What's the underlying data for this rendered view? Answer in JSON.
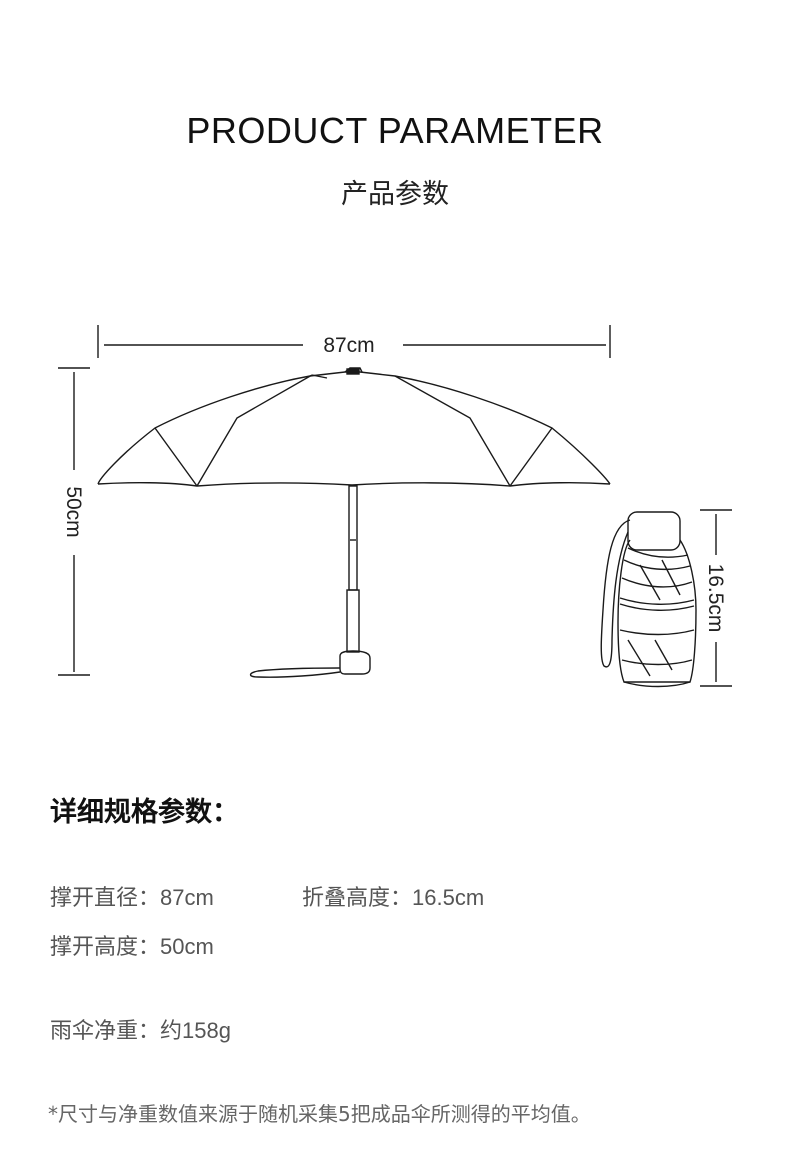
{
  "header": {
    "title": "PRODUCT PARAMETER",
    "subtitle": "产品参数"
  },
  "diagram": {
    "width_label": "87cm",
    "height_label": "50cm",
    "folded_label": "16.5cm"
  },
  "specs": {
    "heading": "详细规格参数：",
    "open_diameter": {
      "label": "撑开直径：",
      "value": "87cm"
    },
    "folded_height": {
      "label": "折叠高度：",
      "value": "16.5cm"
    },
    "open_height": {
      "label": "撑开高度：",
      "value": "50cm"
    },
    "net_weight": {
      "label": "雨伞净重：",
      "value": "约158g"
    }
  },
  "note": "*尺寸与净重数值来源于随机采集5把成品伞所测得的平均值。"
}
